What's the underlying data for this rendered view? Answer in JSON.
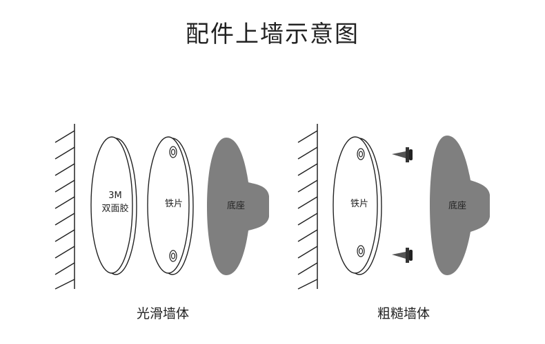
{
  "title": "配件上墙示意图",
  "left_panel": {
    "caption": "光滑墙体",
    "tape_label_line1": "3M",
    "tape_label_line2": "双面胶",
    "plate_label": "铁片",
    "base_label": "底座"
  },
  "right_panel": {
    "caption": "粗糙墙体",
    "plate_label": "铁片",
    "base_label": "底座"
  },
  "colors": {
    "line": "#222222",
    "base_fill": "#7f7f7f",
    "part_fill": "#ffffff"
  }
}
